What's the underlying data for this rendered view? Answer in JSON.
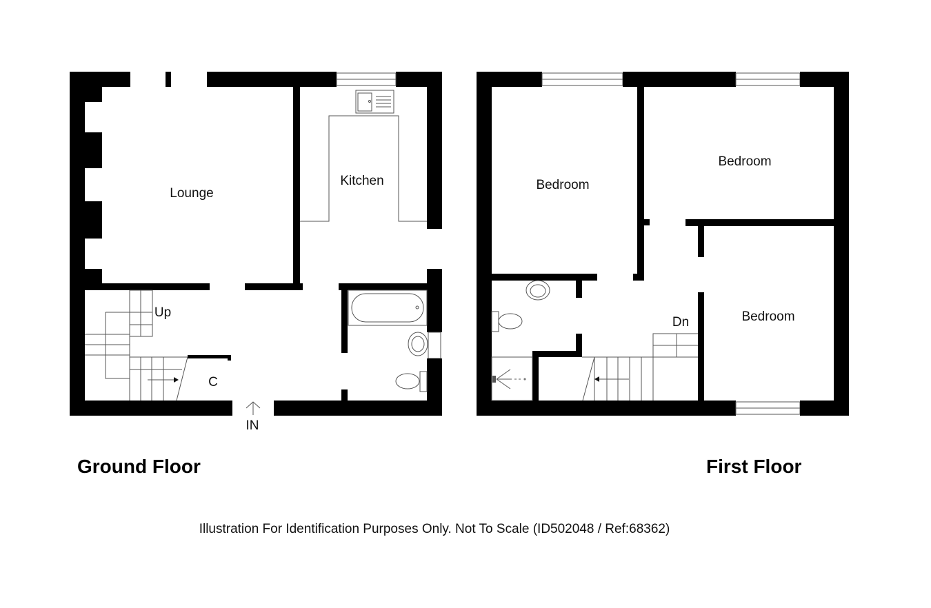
{
  "ground_floor": {
    "title": "Ground Floor",
    "rooms": {
      "lounge": "Lounge",
      "kitchen": "Kitchen",
      "stairs_up": "Up",
      "cupboard": "C",
      "entrance": "IN"
    }
  },
  "first_floor": {
    "title": "First Floor",
    "rooms": {
      "bedroom_1": "Bedroom",
      "bedroom_2": "Bedroom",
      "bedroom_3": "Bedroom",
      "stairs_down": "Dn"
    }
  },
  "caption": "Illustration For Identification Purposes Only. Not To Scale (ID502048 / Ref:68362)",
  "colors": {
    "wall": "#000000",
    "line": "#555555",
    "background": "#ffffff"
  }
}
